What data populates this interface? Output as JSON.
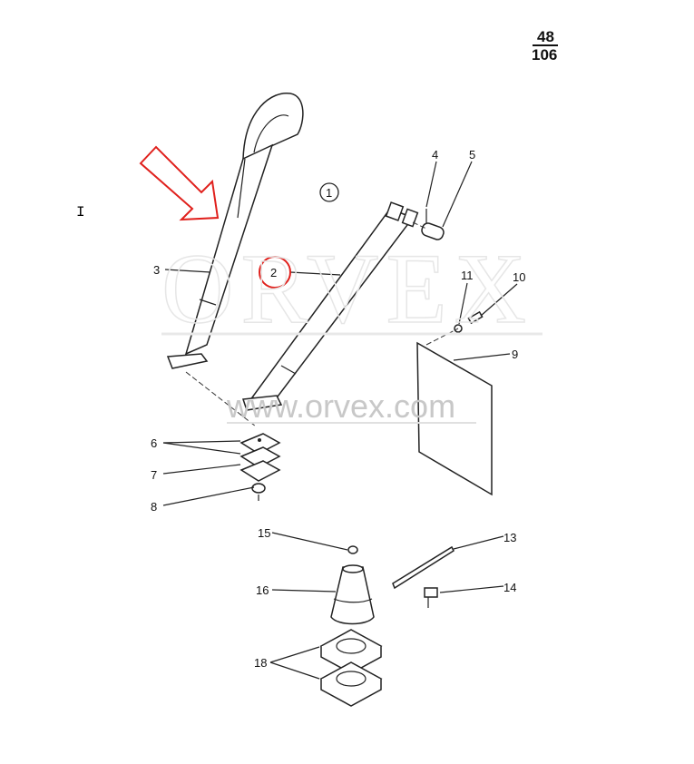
{
  "page_number": {
    "current": "48",
    "total": "106"
  },
  "assembly_marker": "1",
  "callouts": [
    {
      "id": "2",
      "highlighted": true
    },
    {
      "id": "3"
    },
    {
      "id": "4"
    },
    {
      "id": "5"
    },
    {
      "id": "6"
    },
    {
      "id": "7"
    },
    {
      "id": "8"
    },
    {
      "id": "9"
    },
    {
      "id": "10"
    },
    {
      "id": "11"
    },
    {
      "id": "13"
    },
    {
      "id": "14"
    },
    {
      "id": "15"
    },
    {
      "id": "16"
    },
    {
      "id": "18"
    }
  ],
  "watermark": {
    "brand": "ORVEX",
    "url": "www.orvex.com"
  },
  "cursor": "I",
  "colors": {
    "highlight": "#e0201c",
    "ink": "#222222"
  }
}
